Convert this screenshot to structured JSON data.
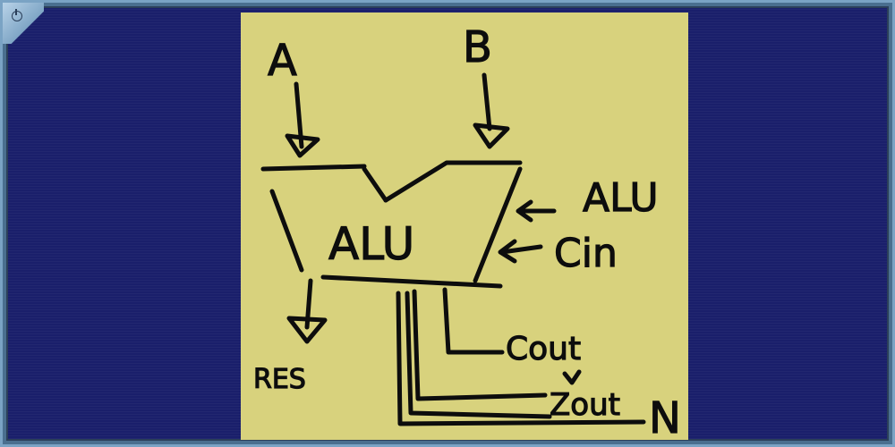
{
  "diagram": {
    "inputs": {
      "a": "A",
      "b": "B"
    },
    "block_label": "ALU",
    "control_inputs": [
      "ALU",
      "Cin"
    ],
    "result_output": "RES",
    "flag_outputs": [
      "Cout",
      "Zout",
      "N"
    ]
  },
  "colors": {
    "note_background": "#d8d27d",
    "desk_background": "#1a1f6b",
    "ink": "#0d0d0d"
  }
}
